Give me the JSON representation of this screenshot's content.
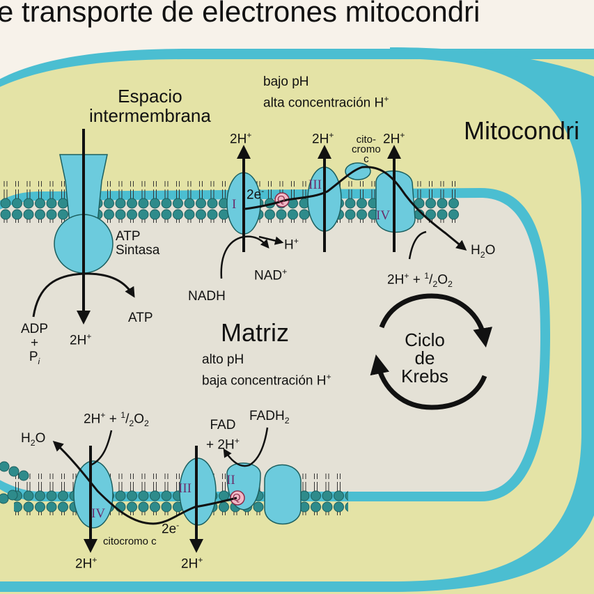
{
  "title": "e transporte de electrones mitocondri",
  "labels": {
    "intermembrane_space": "Espacio\nintermembrana",
    "mitochondrion": "Mitocondri",
    "matrix": "Matriz",
    "low_ph": "bajo pH",
    "high_h_conc": "alta concentración H",
    "high_ph": "alto pH",
    "low_h_conc": "baja concentración H",
    "atp_synthase": "ATP\nSintasa",
    "krebs_cycle": "Ciclo\nde\nKrebs",
    "cytochrome_top": "cito-\ncromo\nc",
    "cytochrome_bottom": "citocromo c",
    "nadh": "NADH",
    "nad_plus": "NAD",
    "h_plus": "H",
    "two_h_plus": "2H",
    "atp": "ATP",
    "adp": "ADP",
    "plus": "+",
    "pi": "P",
    "pi_sub": "i",
    "h2o": "H",
    "oxygen_half": "2H",
    "fad": "FAD",
    "fadh2": "FADH",
    "two_e": "2e",
    "sup_plus": "+",
    "sup_minus": "-",
    "sub_2": "2",
    "o2": "O",
    "half_num": "1",
    "half_den": "2",
    "h2o_o": "O"
  },
  "complexes": {
    "I": "I",
    "II": "II",
    "III": "III",
    "IV": "IV",
    "Q": "Q"
  },
  "colors": {
    "background": "#f7f2ea",
    "outer_membrane": "#4bbed1",
    "intermembrane": "#e4e3a6",
    "matrix": "#e4e1d6",
    "protein": "#6ccbdd",
    "lipid_head": "#2e8b8b",
    "ubiquinone": "#f2b8c6",
    "roman": "#6a2d6a"
  }
}
